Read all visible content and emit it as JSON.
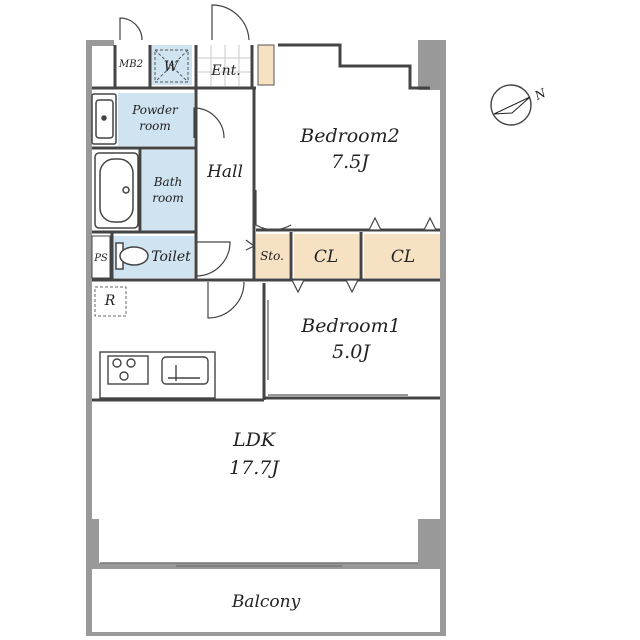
{
  "rooms": {
    "bedroom2": {
      "name": "Bedroom2",
      "size": "7.5J"
    },
    "bedroom1": {
      "name": "Bedroom1",
      "size": "5.0J"
    },
    "ldk": {
      "name": "LDK",
      "size": "17.7J"
    },
    "hall": "Hall",
    "entrance": "Ent.",
    "powder_room": [
      "Powder",
      "room"
    ],
    "bath_room": [
      "Bath",
      "room"
    ],
    "toilet": "Toilet",
    "balcony": "Balcony",
    "storage": "Sto.",
    "closet_1": "CL",
    "closet_2": "CL"
  },
  "symbols": {
    "meter_box": "MB2",
    "washer": "W",
    "pipe_space": "PS",
    "refrigerator": "R",
    "north_label": "N"
  },
  "icons": {
    "compass": "north-arrow-icon",
    "stove": "gas-stove-icon",
    "sink": "kitchen-sink-icon",
    "bathtub": "bathtub-icon",
    "toilet": "toilet-icon",
    "washbasin": "washbasin-icon"
  },
  "colors": {
    "wet_area": "#cfe3f1",
    "storage": "#f6e1c3",
    "wall": "#999999",
    "line": "#444444"
  }
}
